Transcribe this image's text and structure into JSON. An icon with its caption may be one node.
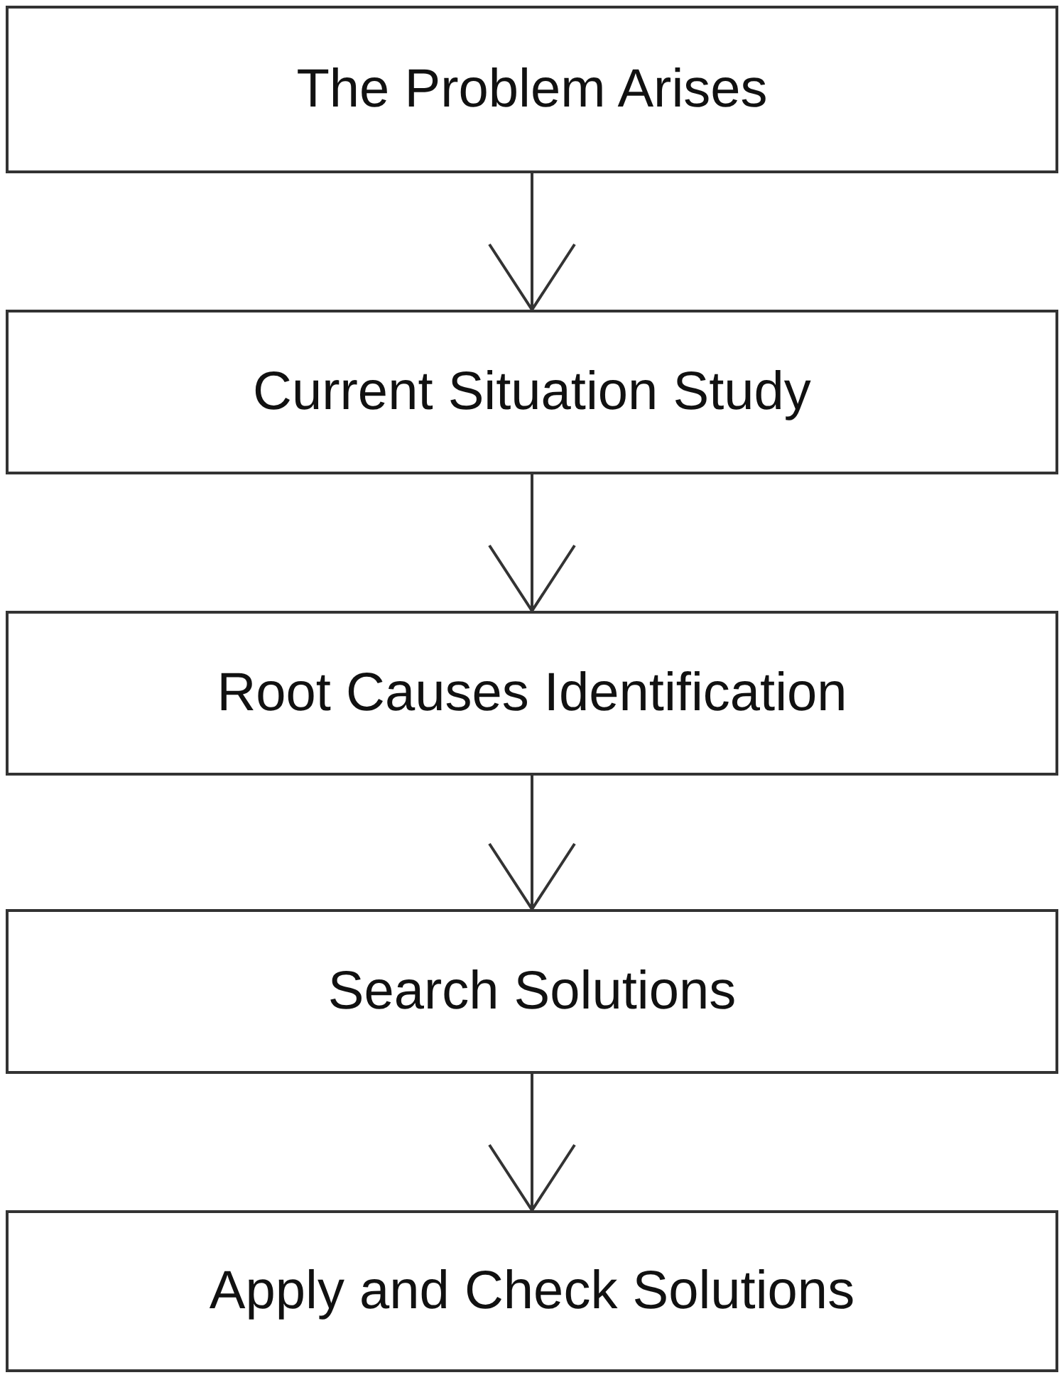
{
  "diagram": {
    "nodes": [
      {
        "text": [
          "The Problem Arises"
        ]
      },
      {
        "text": [
          "Current Situation Study"
        ]
      },
      {
        "text": [
          "Root Causes Identification"
        ]
      },
      {
        "text": [
          "Search Solutions"
        ]
      },
      {
        "text": [
          "Apply and Check Solutions"
        ]
      }
    ],
    "edges": [
      {
        "from": 0,
        "to": 1,
        "arrow": "to"
      },
      {
        "from": 1,
        "to": 2,
        "arrow": "to"
      },
      {
        "from": 2,
        "to": 3,
        "arrow": "to"
      },
      {
        "from": 3,
        "to": 4,
        "arrow": "to"
      }
    ]
  }
}
